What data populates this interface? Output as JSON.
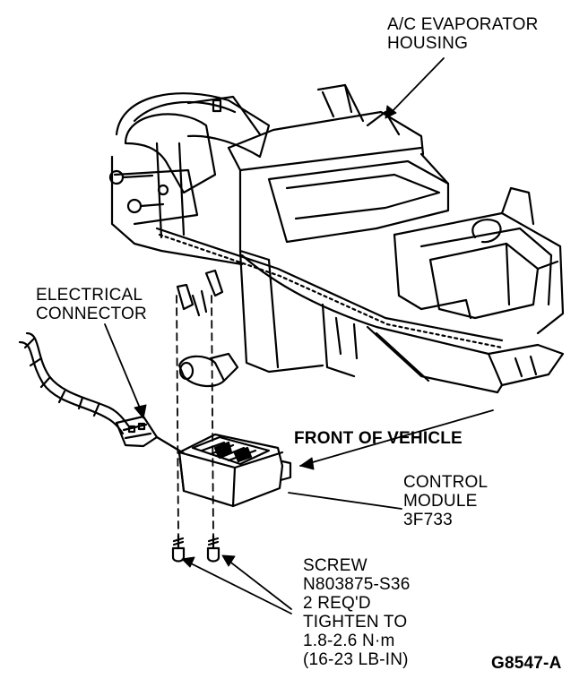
{
  "labels": {
    "evaporator": [
      "A/C EVAPORATOR",
      "HOUSING"
    ],
    "connector": [
      "ELECTRICAL",
      "CONNECTOR"
    ],
    "front": "FRONT OF VEHICLE",
    "module": [
      "CONTROL",
      "MODULE",
      "3F733"
    ],
    "screw": [
      "SCREW",
      "N803875-S36",
      "2 REQ'D",
      "TIGHTEN TO",
      "1.8-2.6 N·m",
      "(16-23 LB-IN)"
    ],
    "figure_id": "G8547-A"
  },
  "colors": {
    "ink": "#000000",
    "paper": "#ffffff"
  }
}
